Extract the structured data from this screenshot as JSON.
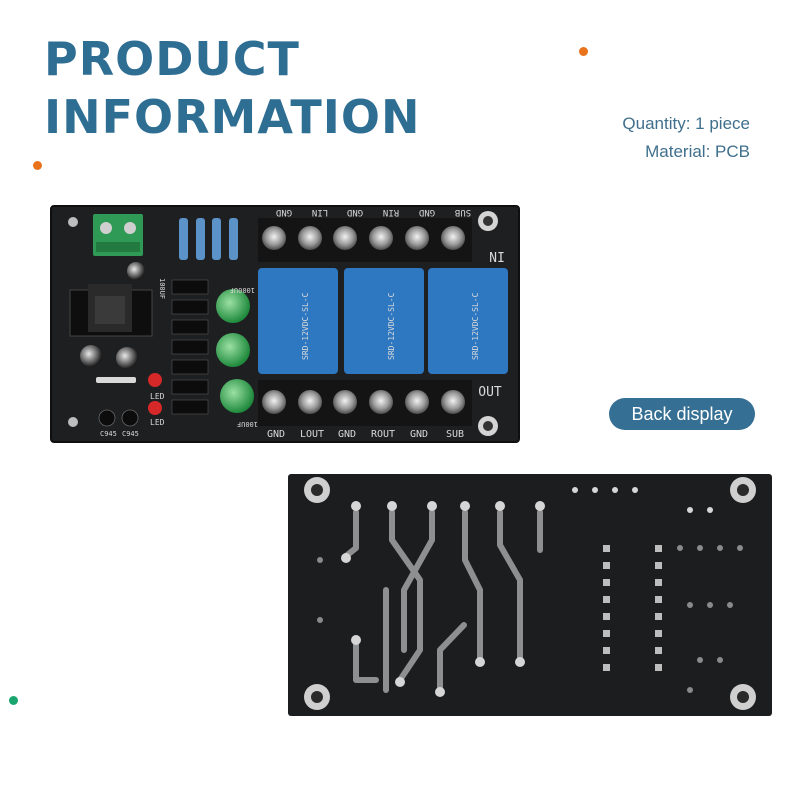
{
  "heading": {
    "line1": "PRODUCT",
    "line2": "INFORMATION"
  },
  "specs": {
    "quantity": "Quantity: 1 piece",
    "material": "Material: PCB"
  },
  "badge": {
    "label": "Back display"
  },
  "front_board": {
    "top_labels": [
      "GND",
      "LIN",
      "GND",
      "RIN",
      "GND",
      "SUB"
    ],
    "bottom_labels": [
      "GND",
      "LOUT",
      "GND",
      "ROUT",
      "GND",
      "SUB"
    ],
    "in_label": "IN",
    "out_label": "OUT",
    "relay_text": [
      "SRD-12VDC-SL-C",
      "SRD-12VDC-SL-C",
      "SRD-12VDC-SL-C"
    ],
    "led_labels": [
      "LED",
      "LED"
    ],
    "transistor_labels": [
      "C945",
      "C945"
    ],
    "cap_labels": [
      "100UF",
      "1000UF",
      "100UF"
    ]
  },
  "colors": {
    "title": "#2f6e93",
    "badge": "#356f93",
    "dot_orange": "#e8731b",
    "dot_green": "#1aa56f",
    "pcb": "#1e1f21",
    "relay": "#2e78c2"
  }
}
